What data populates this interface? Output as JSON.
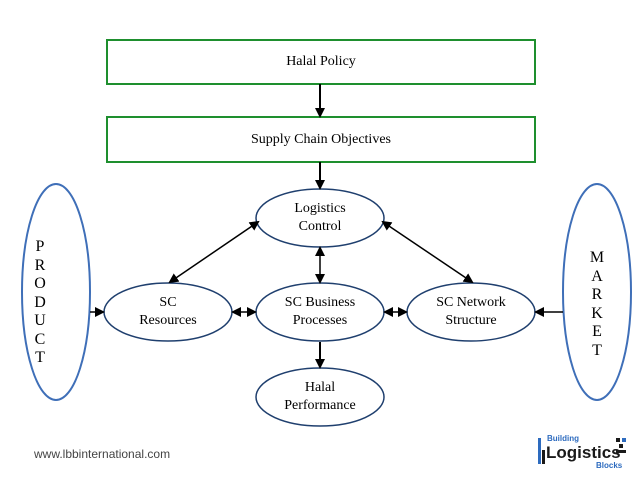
{
  "colors": {
    "box_border": "#1e8f2e",
    "ellipse_border": "#1f3f6e",
    "side_ellipse_border": "#3f6fb8",
    "arrow": "#000000",
    "logo_blue": "#2d6bbf",
    "logo_dark": "#1a1a1a"
  },
  "boxes": {
    "policy": "Halal Policy",
    "objectives": "Supply Chain Objectives"
  },
  "nodes": {
    "logistics_control": "Logistics\nControl",
    "sc_resources": "SC\nResources",
    "sc_business_processes": "SC Business\nProcesses",
    "sc_network_structure": "SC Network\nStructure",
    "halal_performance": "Halal\nPerformance"
  },
  "side": {
    "product_letters": [
      "P",
      "R",
      "O",
      "D",
      "U",
      "C",
      "T"
    ],
    "market_letters": [
      "M",
      "A",
      "R",
      "K",
      "E",
      "T"
    ]
  },
  "footer": {
    "url": "www.lbbinternational.com"
  },
  "logo": {
    "top_word": "Building",
    "main_word": "Logistics",
    "bottom_word": "Blocks",
    "icon": "building-blocks-logo"
  }
}
